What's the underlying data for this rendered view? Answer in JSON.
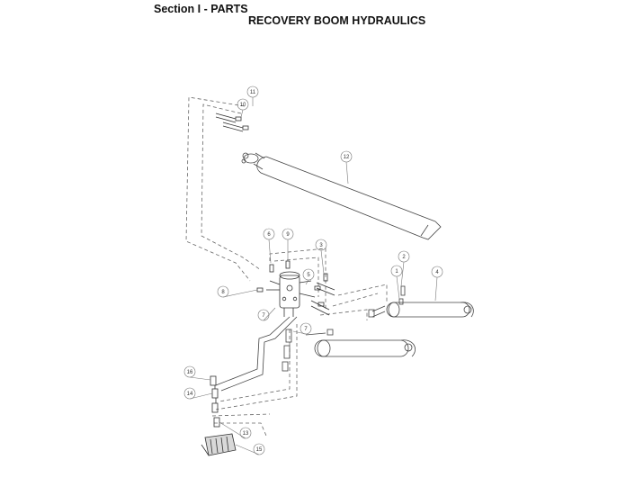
{
  "header": {
    "section": "Section I - PARTS",
    "title": "RECOVERY BOOM HYDRAULICS"
  },
  "callouts": [
    "11",
    "10",
    "12",
    "6",
    "9",
    "3",
    "2",
    "1",
    "4",
    "8",
    "5",
    "7",
    "7",
    "16",
    "14",
    "13",
    "15"
  ]
}
